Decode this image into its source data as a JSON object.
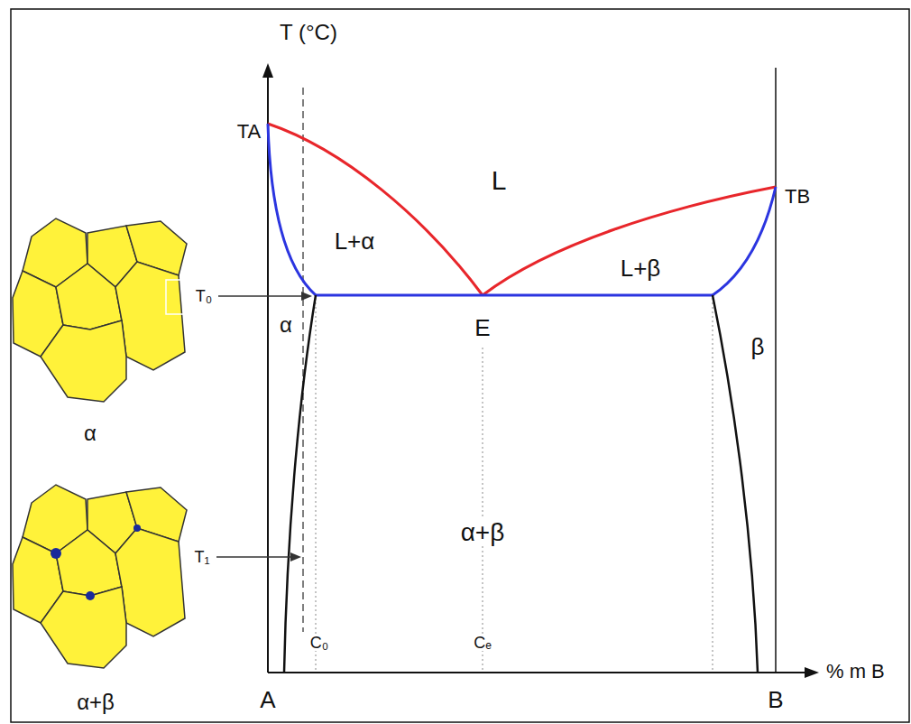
{
  "diagram": {
    "labels": [
      "T (°C)",
      "TA",
      "L",
      "TB",
      "L+α",
      "L+β",
      "T₀",
      "α",
      "E",
      "β",
      "α",
      "α+β",
      "T₁",
      "C₀",
      "Cₑ",
      "% m B",
      "A",
      "B",
      "α+β"
    ]
  }
}
